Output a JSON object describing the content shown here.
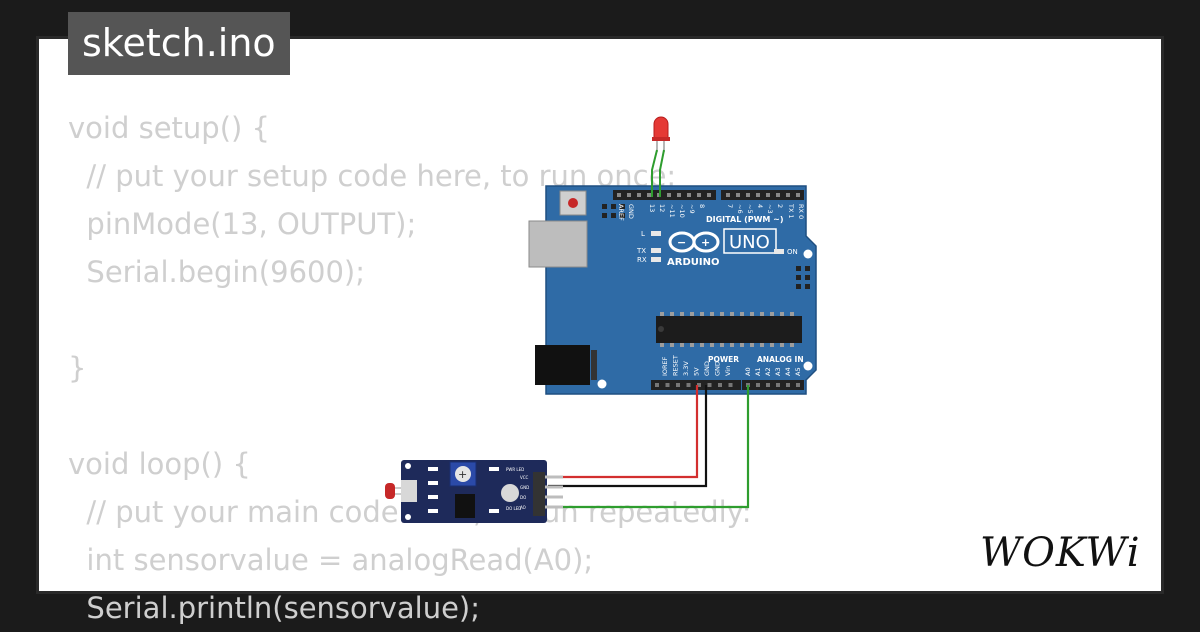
{
  "tab": {
    "title": "sketch.ino"
  },
  "code_lines": [
    "void setup() {",
    "  // put your setup code here, to run once:",
    "  pinMode(13, OUTPUT);",
    "  Serial.begin(9600);",
    "",
    "}",
    "",
    "void loop() {",
    "  // put your main code here, to run repeatedly:",
    "  int sensorvalue = analogRead(A0);",
    "  Serial.println(sensorvalue);"
  ],
  "board": {
    "brand": "ARDUINO",
    "model": "UNO",
    "digital_label": "DIGITAL (PWM ~)",
    "power_label": "POWER",
    "analog_label": "ANALOG IN",
    "on_label": "ON",
    "l_label": "L",
    "tx_label": "TX",
    "rx_label": "RX",
    "top_pins": [
      "AREF",
      "GND",
      "13",
      "12",
      "~11",
      "~10",
      "~9",
      "8",
      "7",
      "~6",
      "~5",
      "4",
      "~3",
      "2",
      "TX 1",
      "RX 0"
    ],
    "bottom_power_pins": [
      "IOREF",
      "RESET",
      "3.3V",
      "5V",
      "GND",
      "GND",
      "Vin"
    ],
    "bottom_analog_pins": [
      "A0",
      "A1",
      "A2",
      "A3",
      "A4",
      "A5"
    ]
  },
  "sensor": {
    "pins": [
      "VCC",
      "GND",
      "DO",
      "AO"
    ],
    "pwr_led": "PWR LED",
    "do_led": "DO LED"
  },
  "logo": {
    "text": "WOKWi"
  },
  "colors": {
    "board": "#2f6ba6",
    "led": "#e53935",
    "wire_red": "#d32f2f",
    "wire_black": "#111111",
    "wire_green": "#2e9d2e",
    "sensor_pcb": "#1e2a5a"
  }
}
